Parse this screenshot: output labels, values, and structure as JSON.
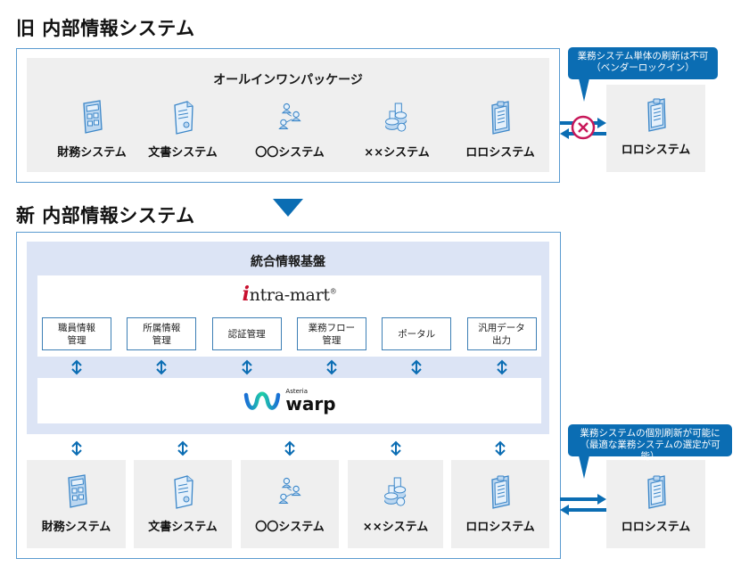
{
  "old_section": {
    "heading": "旧 内部情報システム",
    "package_title": "オールインワンパッケージ",
    "systems": [
      {
        "label": "財務システム",
        "icon": "calculator-icon"
      },
      {
        "label": "文書システム",
        "icon": "document-icon"
      },
      {
        "label": "〇〇システム",
        "icon": "people-network-icon"
      },
      {
        "label": "××システム",
        "icon": "coins-icon"
      },
      {
        "label": "ロロシステム",
        "icon": "clipboard-icon"
      }
    ],
    "external_system": {
      "label": "ロロシステム",
      "icon": "clipboard-icon"
    },
    "callout": "業務システム単体の刷新は不可\n（ベンダーロックイン）",
    "blocked_icon": "blocked-x-icon"
  },
  "transition_icon": "down-triangle-icon",
  "new_section": {
    "heading": "新 内部情報システム",
    "platform_title": "統合情報基盤",
    "intramart_logo": {
      "prefix": "i",
      "text": "ntra-mart",
      "mark": "®"
    },
    "modules": [
      {
        "label": "職員情報\n管理"
      },
      {
        "label": "所属情報\n管理"
      },
      {
        "label": "認証管理"
      },
      {
        "label": "業務フロー\n管理"
      },
      {
        "label": "ポータル"
      },
      {
        "label": "汎用データ\n出力"
      }
    ],
    "warp_logo": {
      "brand": "Asteria",
      "name": "warp"
    },
    "systems": [
      {
        "label": "財務システム",
        "icon": "calculator-icon"
      },
      {
        "label": "文書システム",
        "icon": "document-icon"
      },
      {
        "label": "〇〇システム",
        "icon": "people-network-icon"
      },
      {
        "label": "××システム",
        "icon": "coins-icon"
      },
      {
        "label": "ロロシステム",
        "icon": "clipboard-icon"
      }
    ],
    "external_system": {
      "label": "ロロシステム",
      "icon": "clipboard-icon"
    },
    "callout": "業務システムの個別刷新が可能に\n（最適な業務システムの選定が可能）"
  },
  "colors": {
    "frame": "#5a9bd0",
    "accent_blue": "#0b6db3",
    "panel_gray": "#efefef",
    "panel_lightblue": "#dce4f5",
    "blocked_red": "#c8185a"
  }
}
